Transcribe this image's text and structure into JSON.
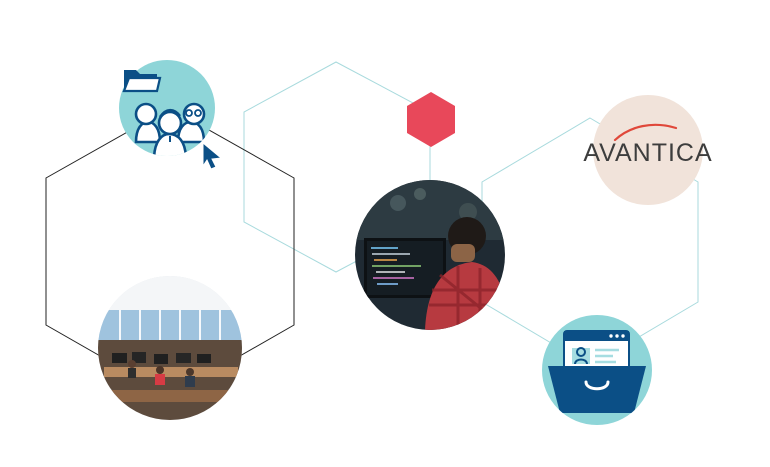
{
  "brand": {
    "logo_text": "AVANTICA",
    "colors": {
      "primary_text": "#3d3d3d",
      "accent_arc": "#e0483a"
    }
  },
  "graphics": {
    "colors": {
      "teal_circle": "#8ed5d8",
      "navy": "#0b4f86",
      "hexagon_red": "#e8485a",
      "light_line": "#a8dadd",
      "dark_line": "#222222",
      "beige_circle": "#f1e3da"
    },
    "icons": [
      "team-icon",
      "folder-icon",
      "cursor-icon",
      "open-folder-profile-icon"
    ],
    "photos": [
      "open-office-photo",
      "developer-coding-photo"
    ]
  }
}
